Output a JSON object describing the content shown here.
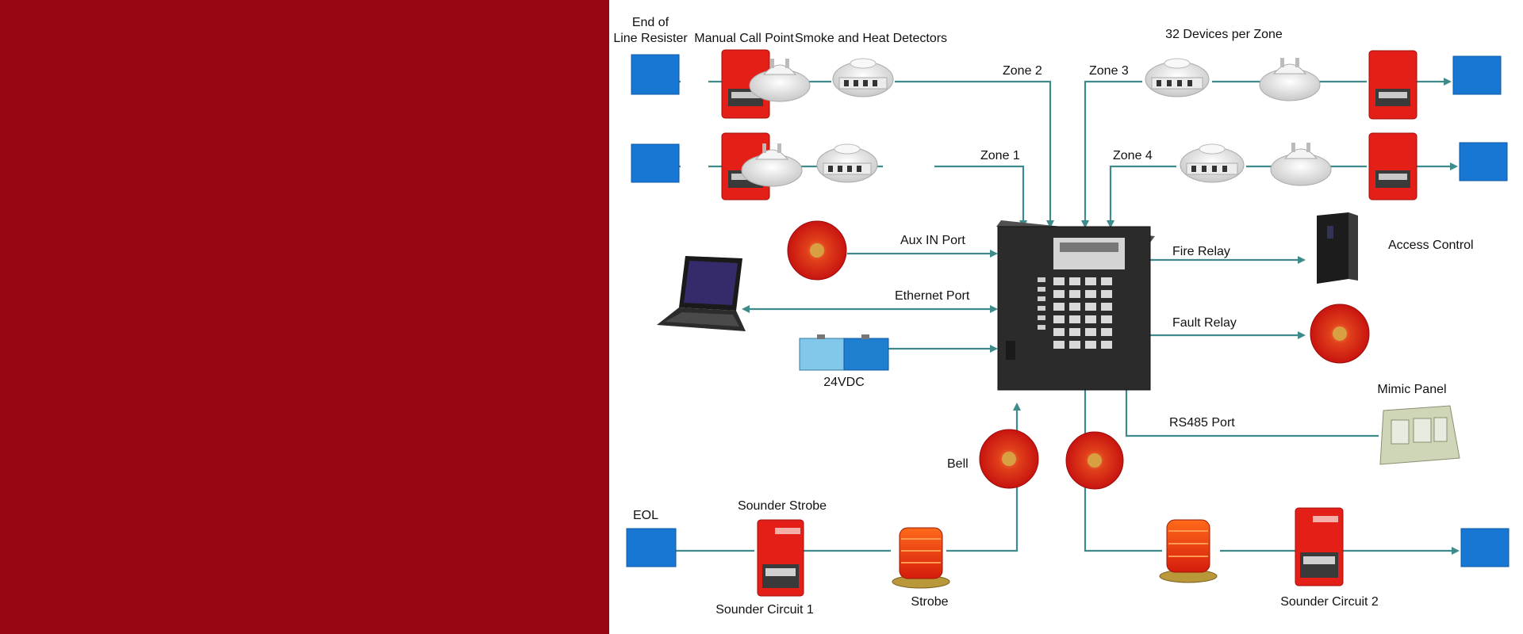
{
  "colors": {
    "left_panel": "#960511",
    "connector": "#3f8a8a",
    "eol_box": "#1877d2",
    "device_red": "#e41f17",
    "panel_dark": "#2b2b2b"
  },
  "labels": {
    "end_of_line_1": "End of",
    "end_of_line_2": "Line Resister",
    "manual_call_point": "Manual Call Point",
    "smoke_heat": "Smoke and Heat  Detectors",
    "devices_per_zone": "32 Devices per Zone",
    "zone1": "Zone 1",
    "zone2": "Zone 2",
    "zone3": "Zone 3",
    "zone4": "Zone 4",
    "aux_in": "Aux IN Port",
    "ethernet": "Ethernet Port",
    "power": "24VDC",
    "fire_relay": "Fire Relay",
    "access_control": "Access Control",
    "fault_relay": "Fault Relay",
    "mimic_panel": "Mimic Panel",
    "rs485": "RS485 Port",
    "bell": "Bell",
    "eol": "EOL",
    "sounder_strobe": "Sounder Strobe",
    "sounder_circuit_1": "Sounder Circuit 1",
    "strobe": "Strobe",
    "sounder_circuit_2": "Sounder Circuit 2"
  },
  "icons": [
    "eol-box-icon",
    "manual-call-point-icon",
    "smoke-detector-icon",
    "heat-detector-icon",
    "bell-icon",
    "laptop-icon",
    "battery-icon",
    "fire-panel-icon",
    "access-control-icon",
    "mimic-panel-icon",
    "strobe-icon",
    "sounder-strobe-icon"
  ]
}
